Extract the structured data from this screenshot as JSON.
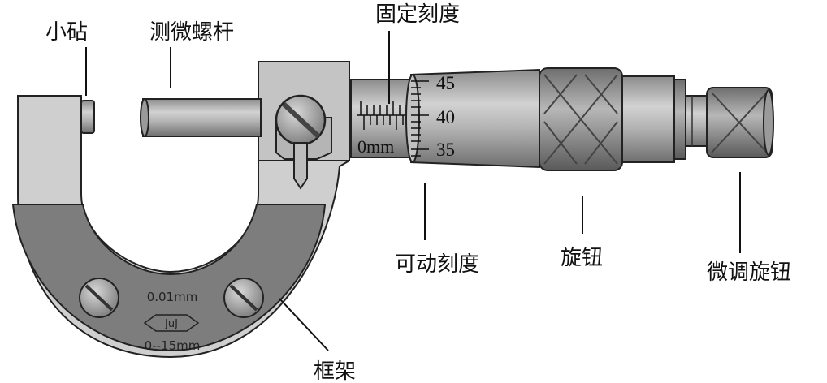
{
  "labels": {
    "anvil": "小砧",
    "spindle": "测微螺杆",
    "fixed_scale": "固定刻度",
    "thimble_scale": "可动刻度",
    "knob": "旋钮",
    "fine_knob": "微调旋钮",
    "frame": "框架"
  },
  "scale": {
    "thimble_numbers": [
      "45",
      "40",
      "35"
    ],
    "sleeve_unit": "0mm"
  },
  "frame_marks": {
    "resolution": "0.01mm",
    "logo": "JuJ",
    "range": "0--15mm"
  },
  "colors": {
    "frame_light": "#c9c9c9",
    "frame_dark": "#7a7a7a",
    "metal": "#a9a9a9",
    "outline": "#222222"
  }
}
